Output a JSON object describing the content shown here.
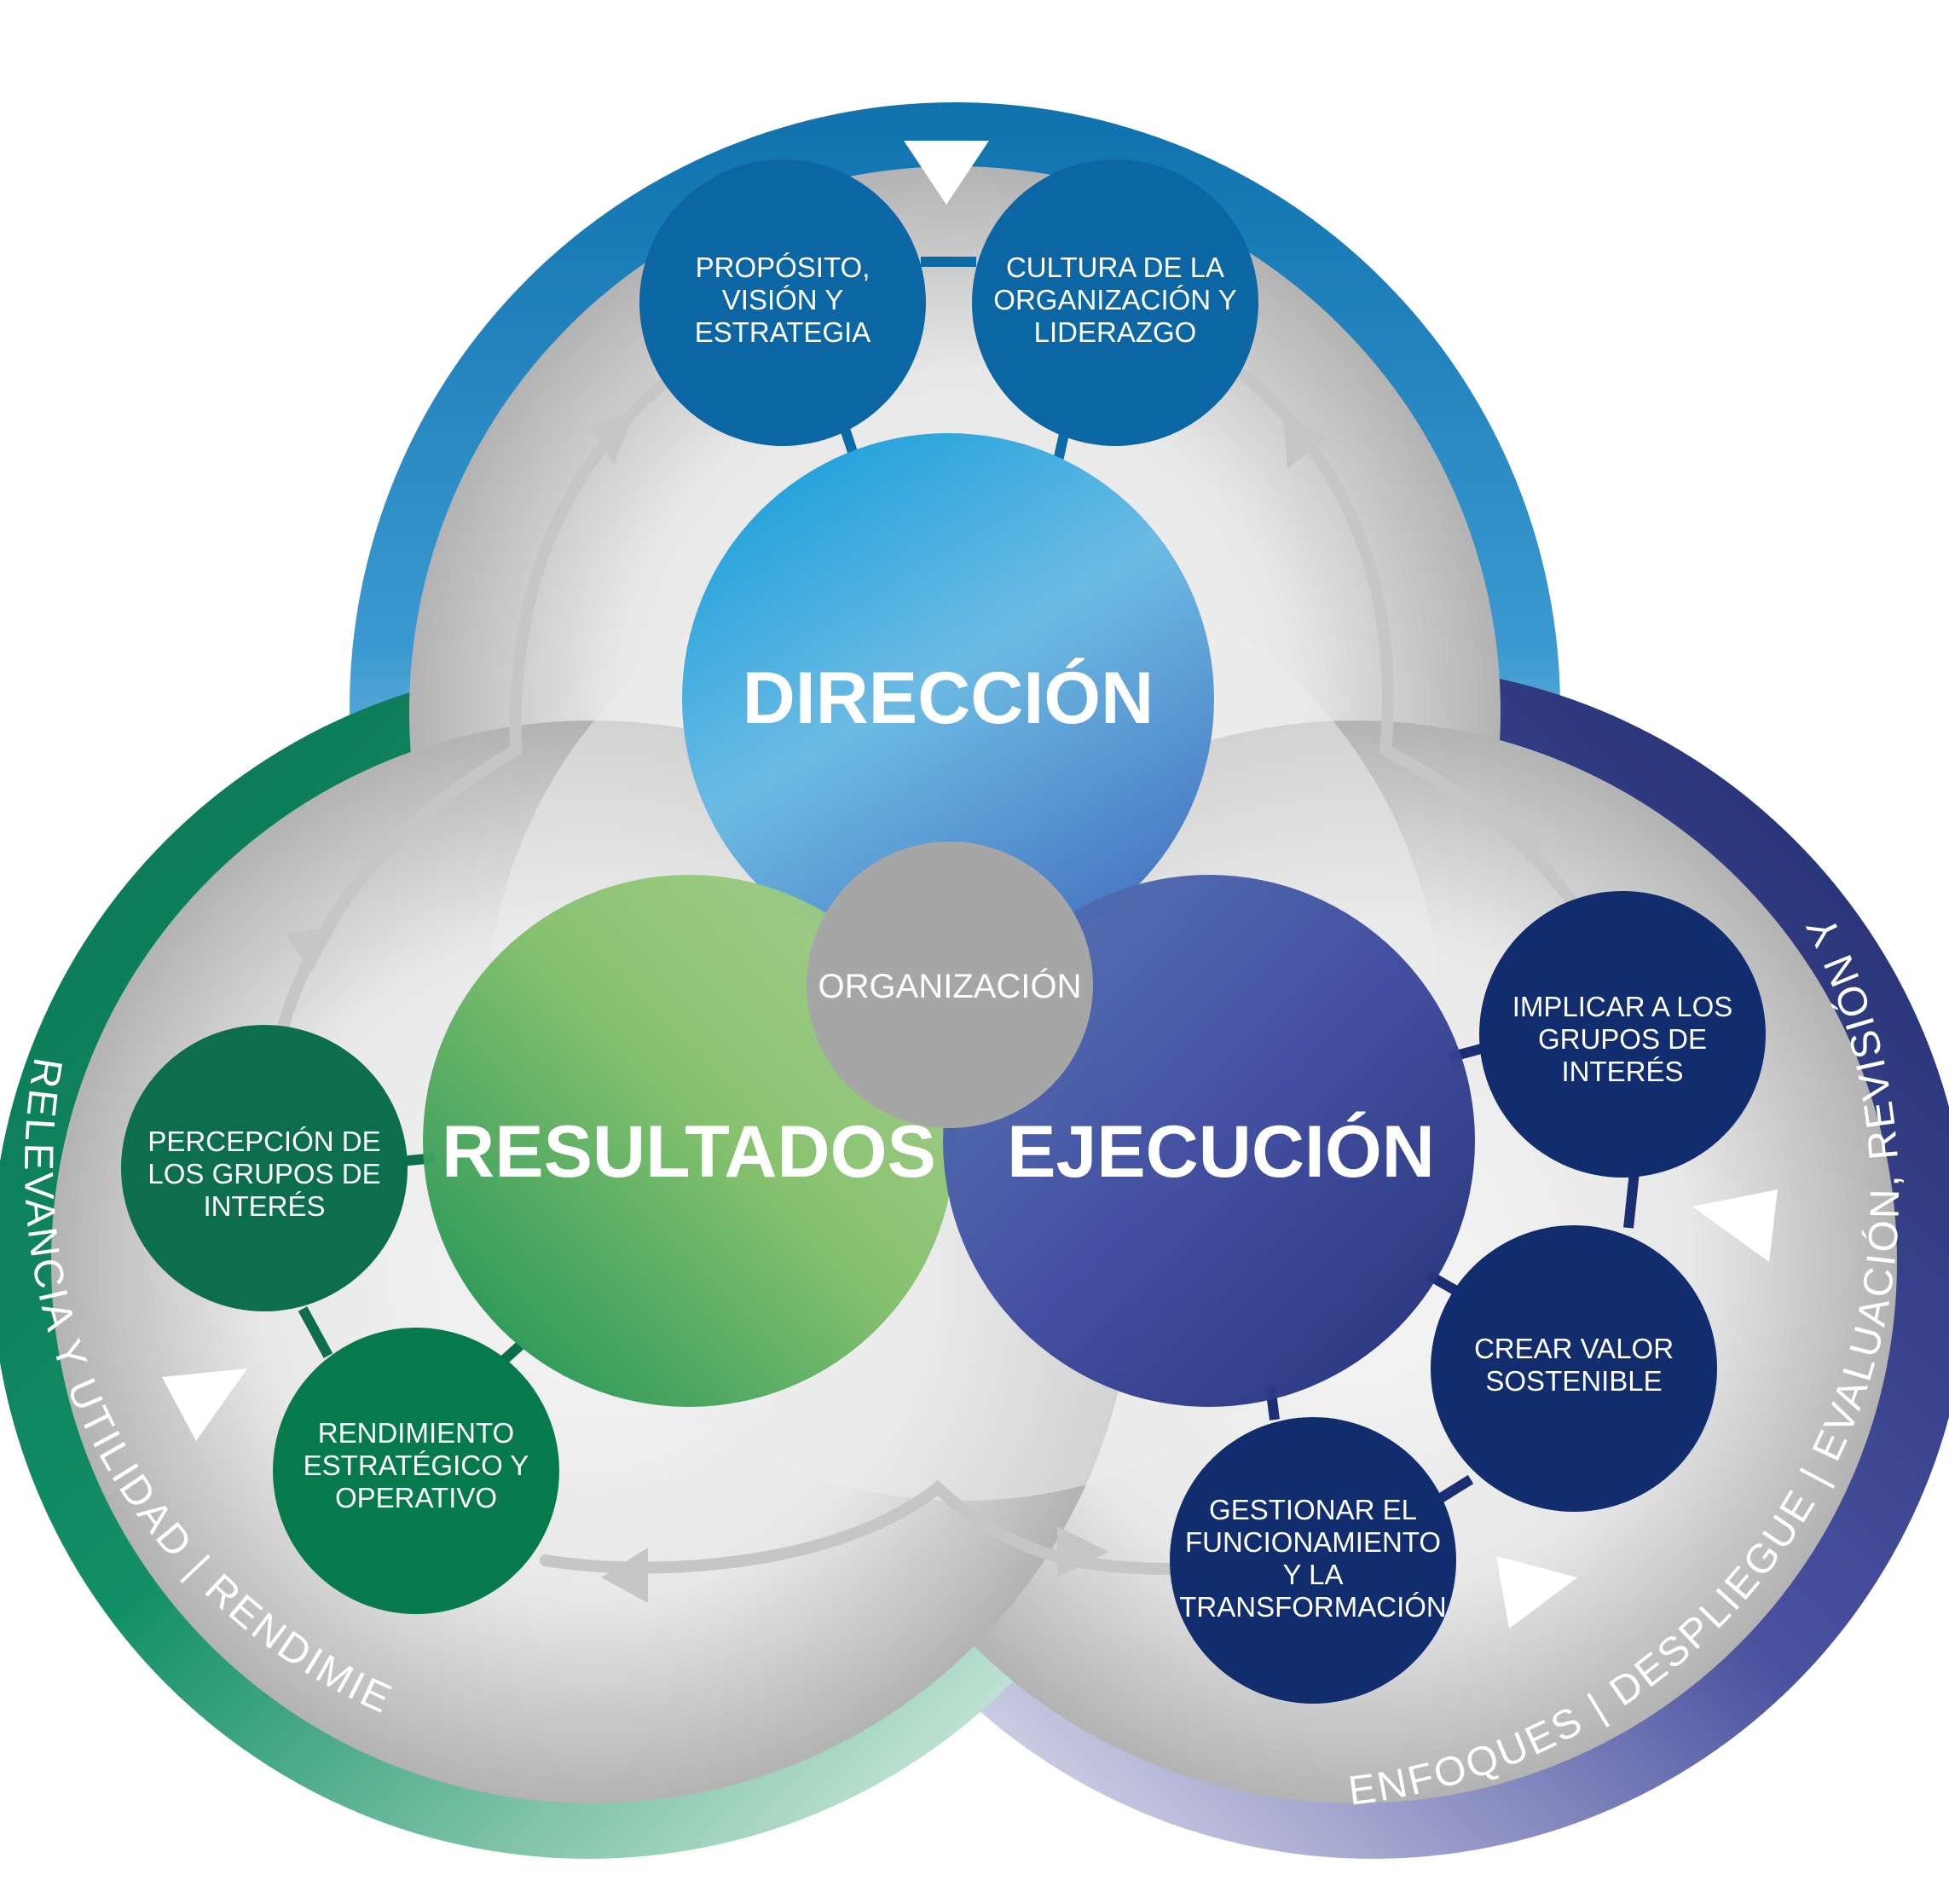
{
  "rings": {
    "top": "ENFOQUES | DESPLIEGUE | EVALUACIÓN, REVISIÓN Y MEJORA",
    "right": "ENFOQUES | DESPLIEGUE | EVALUACIÓN, REVISIÓN Y MEJORA",
    "left": "RELEVANCIA Y UTILIDAD | RENDIMIENTO"
  },
  "center": "ORGANIZACIÓN",
  "pillars": {
    "direccion": "DIRECCIÓN",
    "resultados": "RESULTADOS",
    "ejecucion": "EJECUCIÓN"
  },
  "nodes": {
    "proposito": [
      "PROPÓSITO,",
      "VISIÓN Y",
      "ESTRATEGIA"
    ],
    "cultura": [
      "CULTURA DE LA",
      "ORGANIZACIÓN Y",
      "LIDERAZGO"
    ],
    "implicar": [
      "IMPLICAR A LOS",
      "GRUPOS DE",
      "INTERÉS"
    ],
    "crear_valor": [
      "CREAR VALOR",
      "SOSTENIBLE"
    ],
    "gestionar": [
      "GESTIONAR EL",
      "FUNCIONAMIENTO",
      "Y LA",
      "TRANSFORMACIÓN"
    ],
    "percepcion": [
      "PERCEPCIÓN DE",
      "LOS GRUPOS DE",
      "INTERÉS"
    ],
    "rendimiento": [
      "RENDIMIENTO",
      "ESTRATÉGICO Y",
      "OPERATIVO"
    ]
  },
  "colors": {
    "blue_ring": "#1b7bb8",
    "navy_ring": "#23306f",
    "green_ring": "#0e7d5a",
    "direccion": "#1a9fda",
    "ejecucion": "#2a3a8c",
    "resultados": "#3aa35a",
    "organizacion": "#a4a4a4"
  }
}
